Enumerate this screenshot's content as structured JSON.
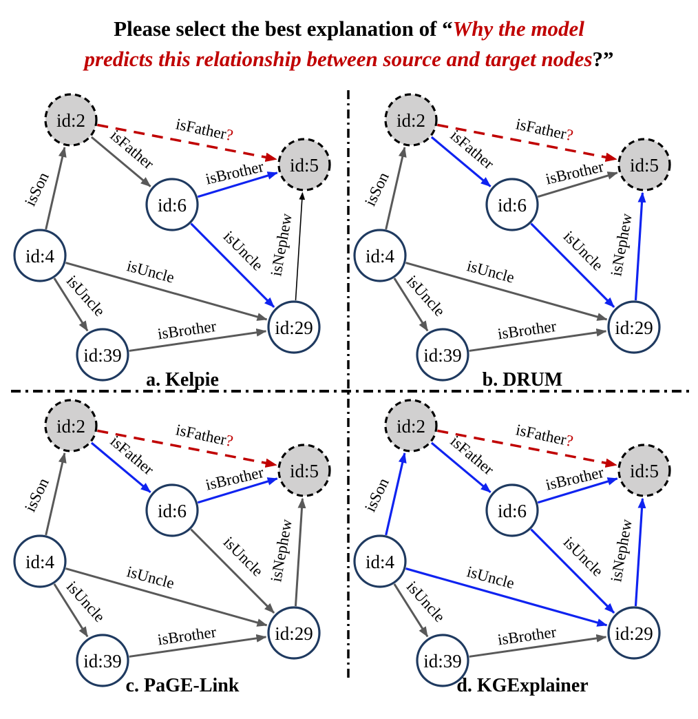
{
  "title": {
    "prefix": "Please select the best explanation of “",
    "highlight_line1": "Why the model",
    "highlight_line2": "predicts this relationship between source and target nodes",
    "suffix": "?”"
  },
  "colors": {
    "edge_gray": "#595959",
    "edge_blue": "#0f23f0",
    "edge_thin_black": "#000000",
    "predicted_red": "#c00000",
    "node_stroke_navy": "#1f3a60",
    "query_node_fill": "#d1d0d0",
    "query_node_stroke": "#000000",
    "known_node_fill": "#ffffff",
    "label_black": "#000000",
    "title_red": "#c00000",
    "divider_black": "#000000"
  },
  "graph": {
    "nodes": [
      {
        "key": "2",
        "label": "id:2",
        "query": true
      },
      {
        "key": "5",
        "label": "id:5",
        "query": true
      },
      {
        "key": "6",
        "label": "id:6",
        "query": false
      },
      {
        "key": "4",
        "label": "id:4",
        "query": false
      },
      {
        "key": "29",
        "label": "id:29",
        "query": false
      },
      {
        "key": "39",
        "label": "id:39",
        "query": false
      }
    ],
    "edges": [
      {
        "key": "son",
        "from": "4",
        "to": "2",
        "label": "isSon"
      },
      {
        "key": "father",
        "from": "2",
        "to": "6",
        "label": "isFather"
      },
      {
        "key": "brother65",
        "from": "6",
        "to": "5",
        "label": "isBrother"
      },
      {
        "key": "uncle629",
        "from": "6",
        "to": "29",
        "label": "isUncle"
      },
      {
        "key": "nephew",
        "from": "29",
        "to": "5",
        "label": "isNephew"
      },
      {
        "key": "uncle429",
        "from": "4",
        "to": "29",
        "label": "isUncle"
      },
      {
        "key": "uncle439",
        "from": "4",
        "to": "39",
        "label": "isUncle"
      },
      {
        "key": "brother3929",
        "from": "39",
        "to": "29",
        "label": "isBrother"
      }
    ],
    "predicted_edge": {
      "key": "pred",
      "from": "2",
      "to": "5",
      "label": "isFather",
      "suffix": "?"
    }
  },
  "panels": [
    {
      "id": "a",
      "caption": "a. Kelpie",
      "highlight": [
        "brother65",
        "uncle629"
      ],
      "thin": [
        "nephew"
      ]
    },
    {
      "id": "b",
      "caption": "b. DRUM",
      "highlight": [
        "father",
        "uncle629",
        "nephew"
      ],
      "thin": []
    },
    {
      "id": "c",
      "caption": "c. PaGE-Link",
      "highlight": [
        "father",
        "brother65"
      ],
      "thin": []
    },
    {
      "id": "d",
      "caption": "d. KGExplainer",
      "highlight": [
        "son",
        "father",
        "brother65",
        "uncle629",
        "uncle429",
        "nephew"
      ],
      "thin": []
    }
  ]
}
